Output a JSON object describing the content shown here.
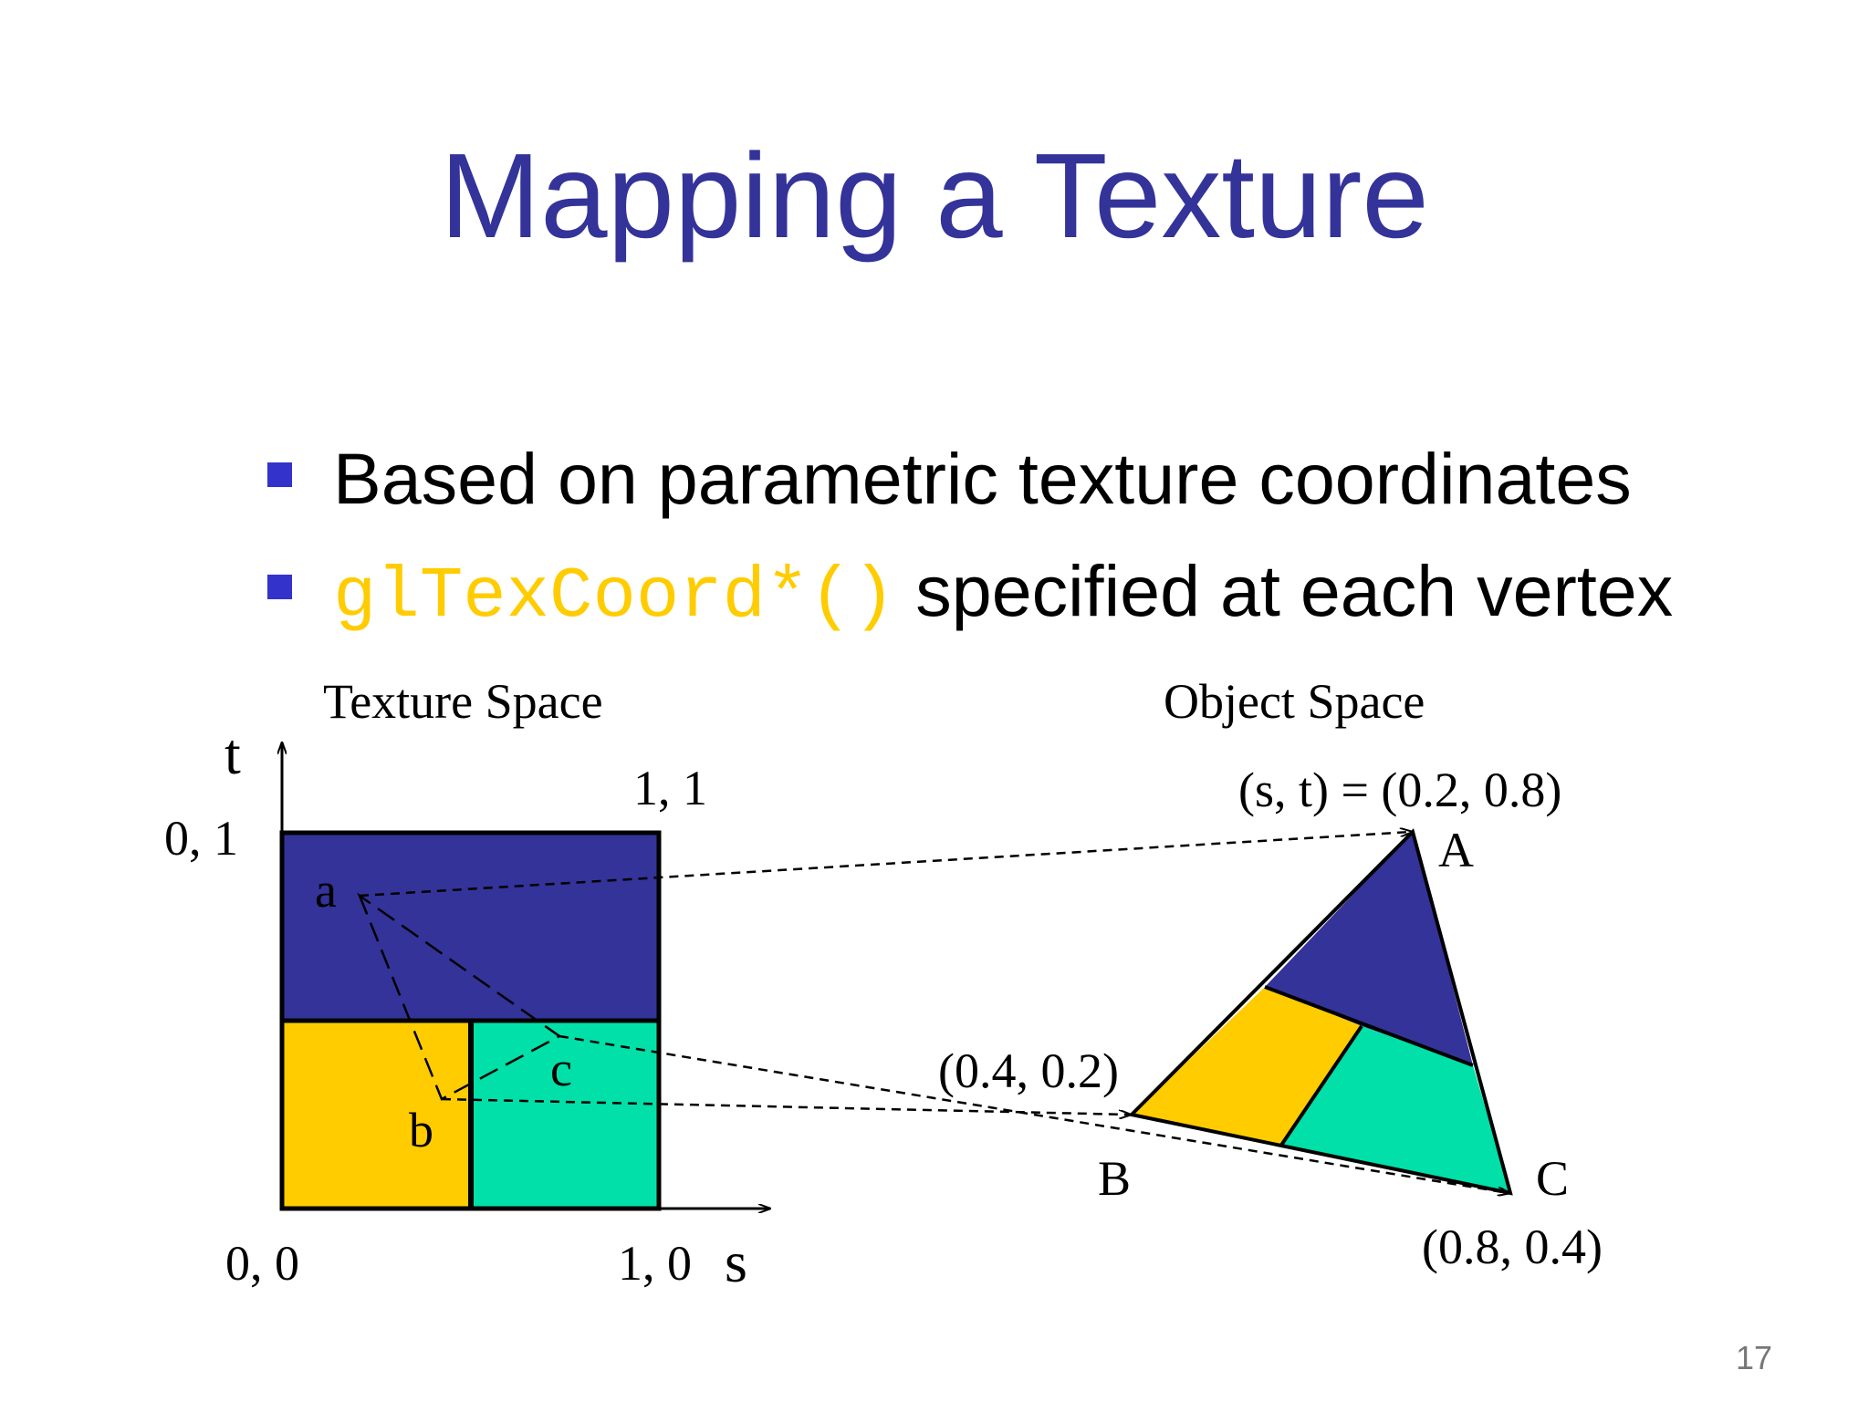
{
  "slide": {
    "title": "Mapping a Texture",
    "bullets": [
      {
        "text": "Based on parametric texture coordinates"
      },
      {
        "code": "glTexCoord*()",
        "text": " specified at each vertex"
      }
    ],
    "page_number": "17"
  },
  "diagram": {
    "texture_space": {
      "title": "Texture Space",
      "axis_s": "s",
      "axis_t": "t",
      "corner_labels": {
        "origin": "0, 0",
        "s1": "1, 0",
        "t1": "0, 1",
        "st1": "1, 1"
      },
      "point_labels": {
        "a": "a",
        "b": "b",
        "c": "c"
      },
      "regions": [
        {
          "name": "top",
          "color": "#333399"
        },
        {
          "name": "bottom-left",
          "color": "#ffcc00"
        },
        {
          "name": "bottom-right",
          "color": "#00e0a8"
        }
      ]
    },
    "object_space": {
      "title": "Object Space",
      "vertex_labels": {
        "A": "A",
        "B": "B",
        "C": "C"
      },
      "coordinate_labels": {
        "A": "(s, t) = (0.2, 0.8)",
        "B": "(0.4, 0.2)",
        "C": "(0.8, 0.4)"
      }
    },
    "colors": {
      "blue": "#333399",
      "yellow": "#ffcc00",
      "green": "#00e0a8",
      "line": "#000000"
    }
  }
}
